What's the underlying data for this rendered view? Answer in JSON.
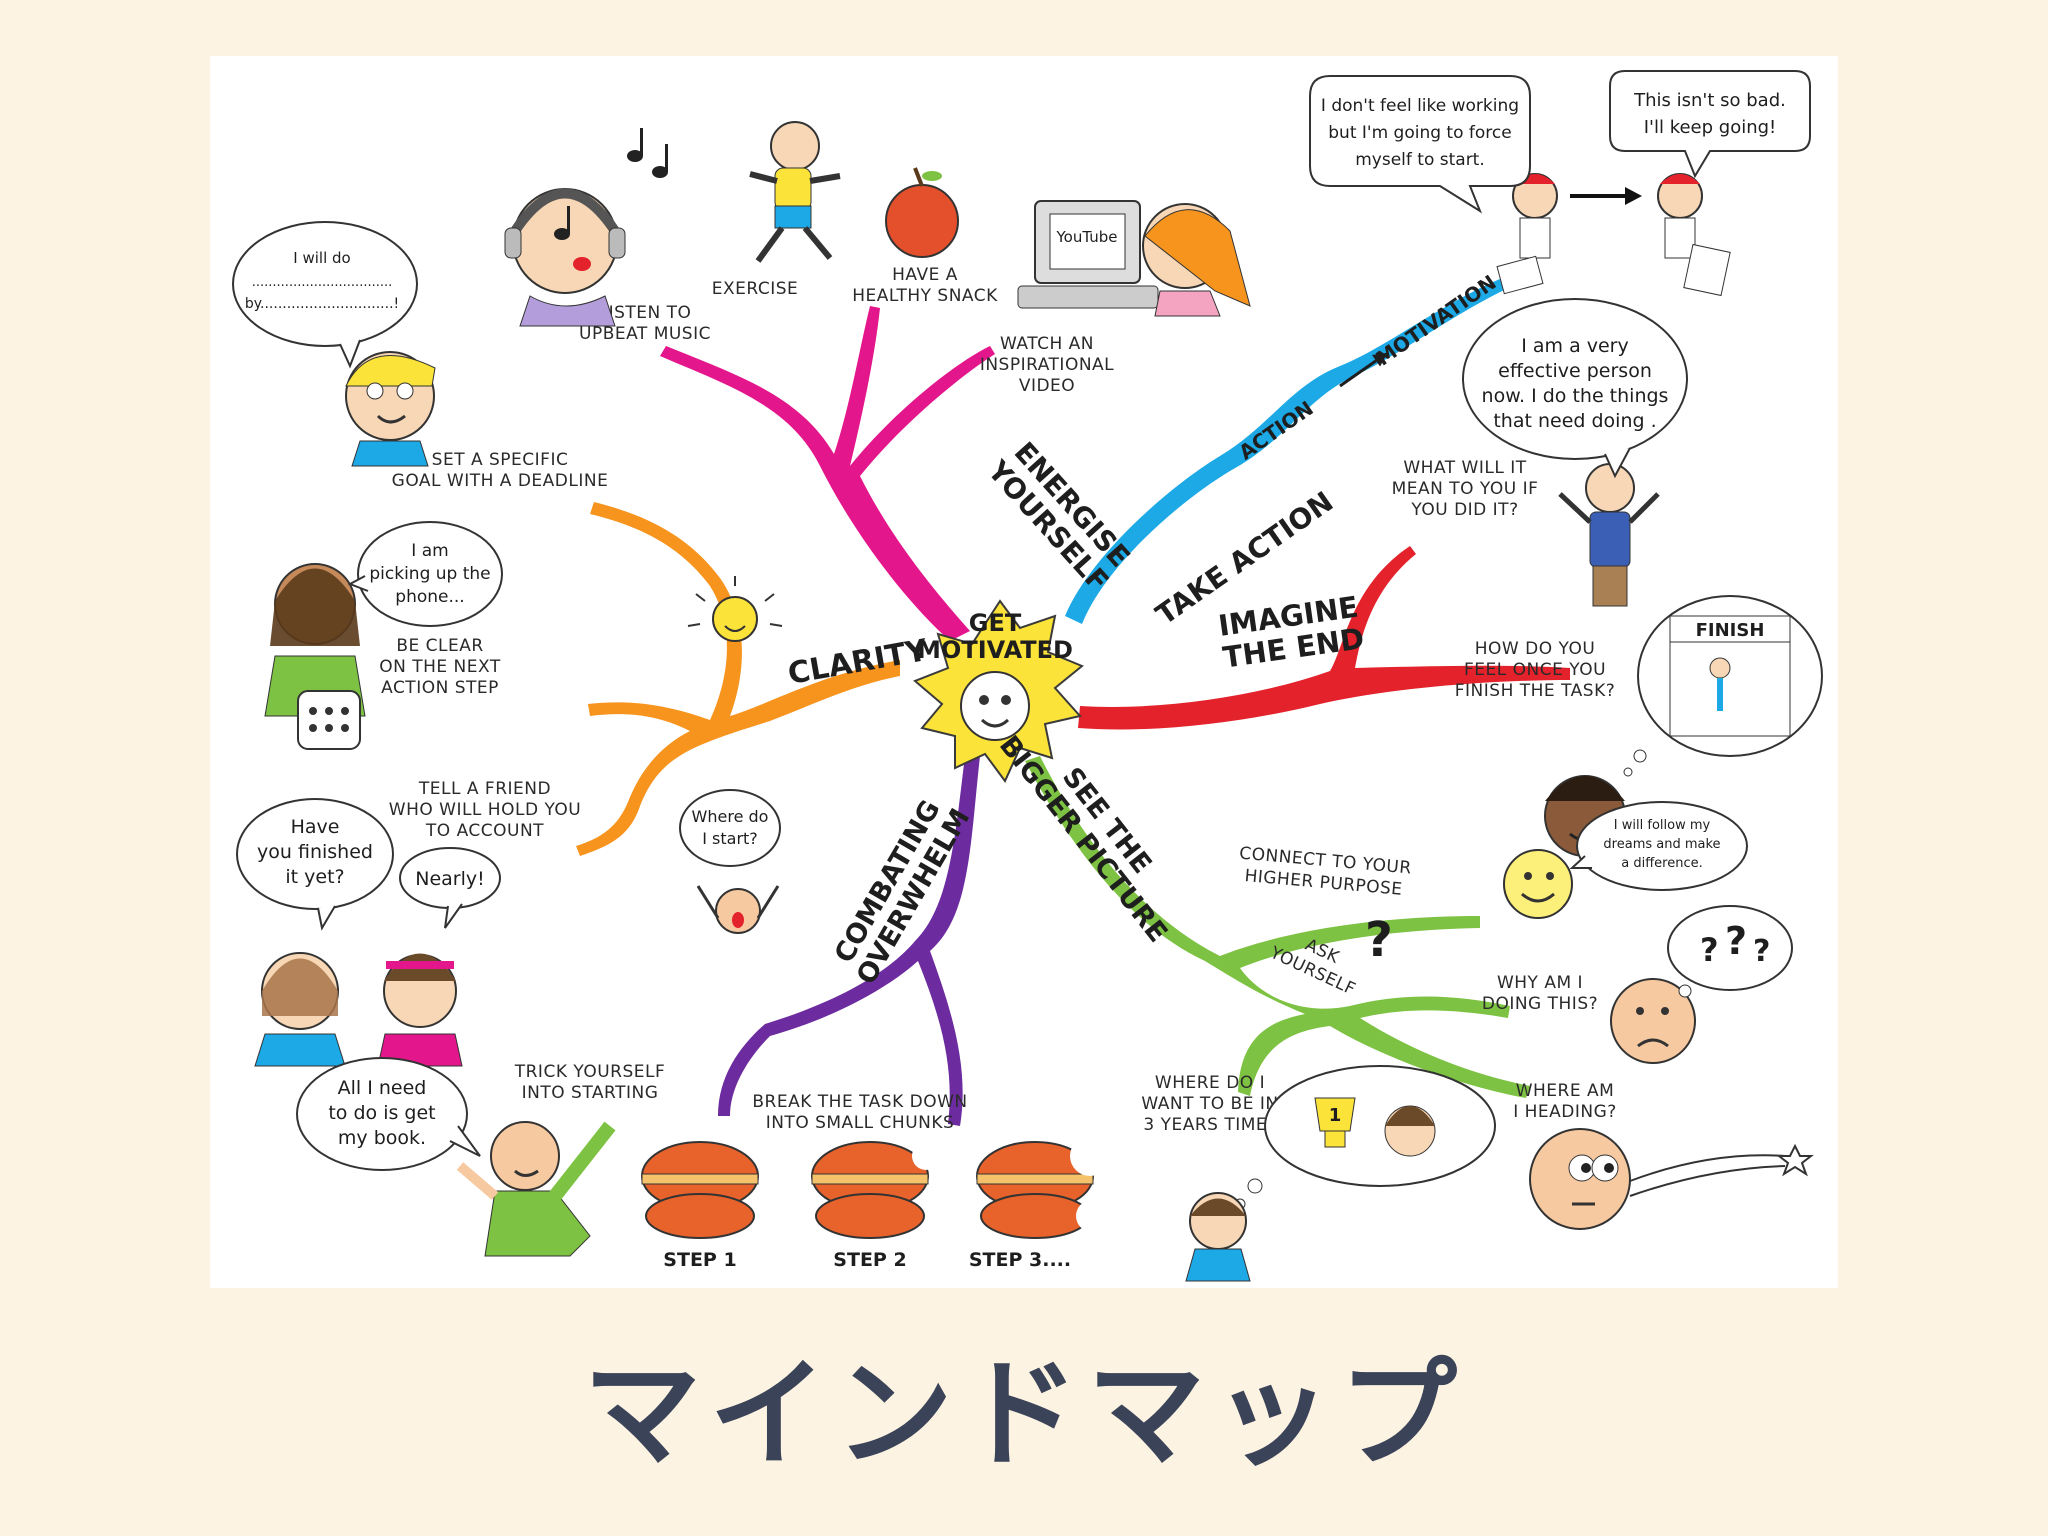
{
  "slide": {
    "title": "マインドマップ"
  },
  "colors": {
    "background": "#fdf3e3",
    "energise": "#e4168c",
    "take_action": "#1ca9e6",
    "imagine": "#e3222b",
    "bigger_picture": "#7dc242",
    "overwhelm": "#6c2b9e",
    "clarity": "#f7941d",
    "center": "#fbe33a"
  },
  "center": {
    "line1": "GET",
    "line2": "MOTIVATED"
  },
  "branches": {
    "energise": {
      "line1": "ENERGISE",
      "line2": "YOURSELF"
    },
    "take_action": {
      "label": "TAKE ACTION",
      "sub_left": "ACTION",
      "sub_right": "MOTIVATION"
    },
    "imagine": {
      "line1": "IMAGINE",
      "line2": "THE END"
    },
    "bigger_picture": {
      "line1": "SEE THE",
      "line2": "BIGGER PICTURE"
    },
    "overwhelm": {
      "line1": "COMBATING",
      "line2": "OVERWHELM"
    },
    "clarity": {
      "label": "CLARITY"
    }
  },
  "leaves": {
    "music": [
      "LISTEN TO",
      "UPBEAT MUSIC"
    ],
    "exercise": [
      "EXERCISE"
    ],
    "snack": [
      "HAVE A",
      "HEALTHY SNACK"
    ],
    "video": [
      "WATCH AN",
      "INSPIRATIONAL",
      "VIDEO"
    ],
    "what_mean": [
      "WHAT WILL IT",
      "MEAN TO YOU IF",
      "YOU DID IT?"
    ],
    "feel": [
      "HOW DO YOU",
      "FEEL ONCE YOU",
      "FINISH THE TASK?"
    ],
    "connect": [
      "CONNECT TO YOUR",
      "HIGHER PURPOSE"
    ],
    "ask": [
      "ASK",
      "YOURSELF"
    ],
    "why": [
      "WHY AM I",
      "DOING THIS?"
    ],
    "heading": [
      "WHERE AM",
      "I HEADING?"
    ],
    "where_years": [
      "WHERE DO I",
      "WANT TO BE IN",
      "3 YEARS TIME?"
    ],
    "break_task": [
      "BREAK THE TASK DOWN",
      "INTO SMALL CHUNKS"
    ],
    "trick": [
      "TRICK YOURSELF",
      "INTO STARTING"
    ],
    "tell_friend": [
      "TELL A FRIEND",
      "WHO WILL HOLD YOU",
      "TO ACCOUNT"
    ],
    "be_clear": [
      "BE CLEAR",
      "ON THE NEXT",
      "ACTION STEP"
    ],
    "deadline": [
      "SET A SPECIFIC",
      "GOAL WITH A DEADLINE"
    ]
  },
  "steps": [
    "STEP 1",
    "STEP 2",
    "STEP 3...."
  ],
  "bubbles": {
    "force": [
      "I don't feel like working",
      "but I'm going to force",
      "myself to start."
    ],
    "not_bad": [
      "This isn't so bad.",
      "I'll keep going!"
    ],
    "effective": [
      "I am a very",
      "effective person",
      "now. I do the things",
      "that need doing ."
    ],
    "will_do": [
      "I will do",
      "..................................",
      "by..............................!"
    ],
    "phone": [
      "I am",
      "picking up the",
      "phone..."
    ],
    "finished": [
      "Have",
      "you finished",
      "it yet?"
    ],
    "nearly": [
      "Nearly!"
    ],
    "where_start": [
      "Where do",
      "I start?"
    ],
    "need_book": [
      "All I need",
      "to do is get",
      "my book."
    ],
    "follow_dreams": [
      "I will follow my",
      "dreams and make",
      "a difference."
    ],
    "question_marks": [
      "?",
      "?",
      "?"
    ]
  },
  "misc": {
    "youtube": "YouTube",
    "finish": "FINISH",
    "trophy": "1",
    "ask_mark": "?",
    "arrow_note": "→"
  },
  "icons": [
    "music-note-icon",
    "apple-icon",
    "computer-icon",
    "arrow-right-icon",
    "sun-icon",
    "phone-icon",
    "burger-icon",
    "trophy-icon",
    "shooting-star-icon"
  ]
}
